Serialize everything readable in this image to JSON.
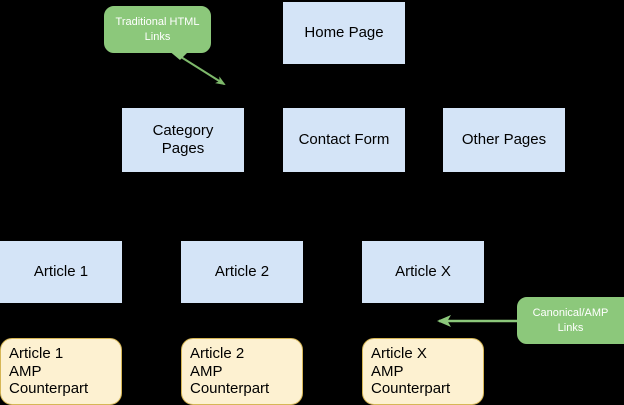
{
  "diagram": {
    "title": "AMP site structure diagram",
    "background_color": "#000000",
    "colors": {
      "page_box_fill": "#d4e4f7",
      "amp_box_fill": "#fdf1d1",
      "amp_box_border": "#d6b656",
      "callout_fill": "#8cc87b",
      "callout_text": "#ffffff",
      "arrow_stroke": "#7eb96b",
      "node_text": "#000000"
    },
    "callouts": [
      {
        "id": "traditional-html-links",
        "label": "Traditional HTML\nLinks"
      },
      {
        "id": "canonical-amp-links",
        "label": "Canonical/AMP\nLinks"
      }
    ],
    "pages": [
      {
        "id": "home-page",
        "label": "Home Page"
      },
      {
        "id": "category-pages",
        "label": "Category\nPages"
      },
      {
        "id": "contact-form",
        "label": "Contact Form"
      },
      {
        "id": "other-pages",
        "label": "Other Pages"
      }
    ],
    "articles": [
      {
        "id": "article-1",
        "label": "Article 1"
      },
      {
        "id": "article-2",
        "label": "Article 2"
      },
      {
        "id": "article-x",
        "label": "Article X"
      }
    ],
    "amp_counterparts": [
      {
        "id": "article-1-amp",
        "label": "Article 1\nAMP\nCounterpart"
      },
      {
        "id": "article-2-amp",
        "label": "Article 2\nAMP\nCounterpart"
      },
      {
        "id": "article-x-amp",
        "label": "Article X\nAMP\nCounterpart"
      }
    ],
    "connectors": [
      {
        "id": "traditional-links-arrow",
        "from": "traditional-html-links",
        "to": "category-pages",
        "direction": "down-right"
      },
      {
        "id": "canonical-amp-arrow",
        "from": "canonical-amp-links",
        "to": "article-x-amp",
        "direction": "left"
      }
    ]
  }
}
